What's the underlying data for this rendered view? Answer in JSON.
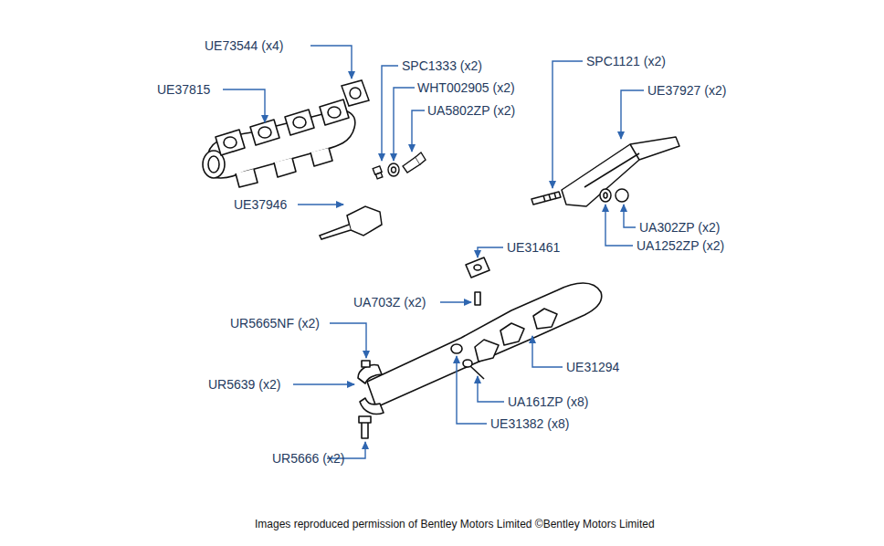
{
  "diagram": {
    "caption": "Images reproduced permission of Bentley Motors Limited ©Bentley Motors Limited",
    "labels": [
      "UE73544 (x4)",
      "UE37815",
      "SPC1333 (x2)",
      "WHT002905 (x2)",
      "UA5802ZP (x2)",
      "UE37946",
      "SPC1121 (x2)",
      "UE37927 (x2)",
      "UA302ZP (x2)",
      "UA1252ZP (x2)",
      "UE31461",
      "UA703Z (x2)",
      "UR5665NF (x2)",
      "UR5639 (x2)",
      "UE31294",
      "UA161ZP (x8)",
      "UE31382 (x8)",
      "UR5666 (x2)"
    ]
  }
}
